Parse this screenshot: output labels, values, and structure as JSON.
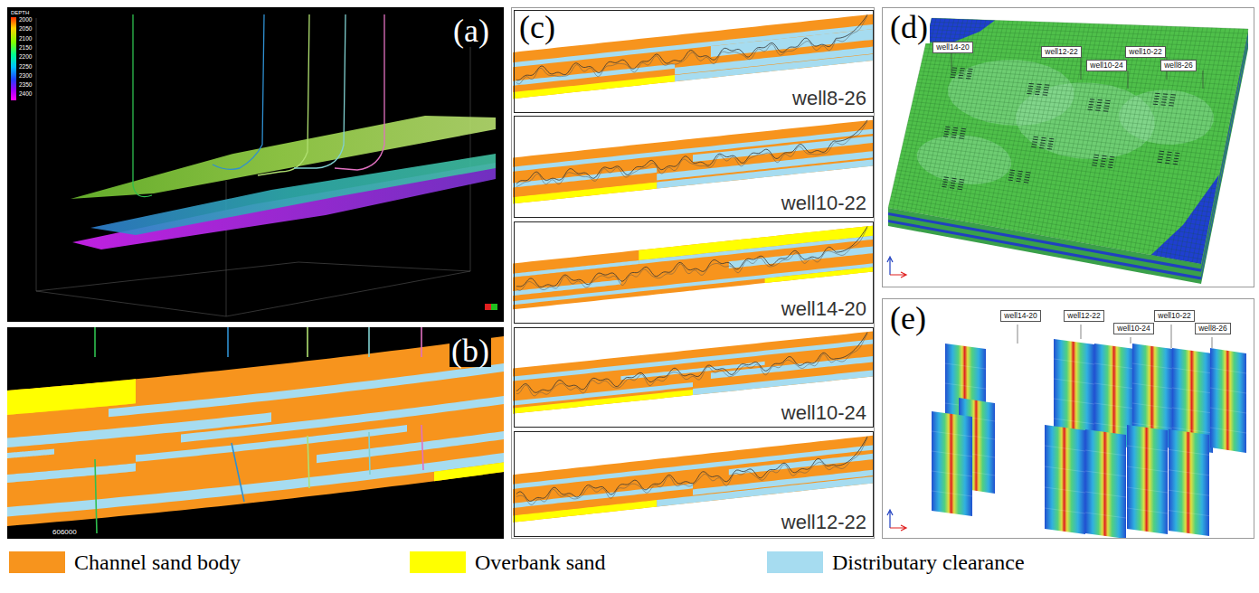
{
  "diagram": {
    "nodes": [
      {
        "text": [
          "(a)"
        ]
      },
      {
        "text": [
          "(b)"
        ]
      },
      {
        "text": [
          "(c)"
        ]
      },
      {
        "text": [
          "well8-26"
        ],
        "in": 2
      },
      {
        "text": [
          "well10-22"
        ],
        "in": 2
      },
      {
        "text": [
          "well14-20"
        ],
        "in": 2
      },
      {
        "text": [
          "well10-24"
        ],
        "in": 2
      },
      {
        "text": [
          "well12-22"
        ],
        "in": 2
      },
      {
        "text": [
          "(d)"
        ]
      },
      {
        "text": [
          "well14-20"
        ],
        "in": 8
      },
      {
        "text": [
          "well12-22"
        ],
        "in": 8
      },
      {
        "text": [
          "well10-22"
        ],
        "in": 8
      },
      {
        "text": [
          "well10-24"
        ],
        "in": 8
      },
      {
        "text": [
          "well8-26"
        ],
        "in": 8
      },
      {
        "text": [
          "(e)"
        ]
      },
      {
        "text": [
          "well14-20"
        ],
        "in": 14
      },
      {
        "text": [
          "well12-22"
        ],
        "in": 14
      },
      {
        "text": [
          "well10-24"
        ],
        "in": 14
      },
      {
        "text": [
          "well10-22"
        ],
        "in": 14
      },
      {
        "text": [
          "well8-26"
        ],
        "in": 14
      }
    ],
    "labels": [
      "DEPTH",
      "2000",
      "2050",
      "2100",
      "2150",
      "2200",
      "2250",
      "2300",
      "2350",
      "2400",
      "606000"
    ],
    "legend": [
      {
        "text": "Channel sand body",
        "color": "#f7941d"
      },
      {
        "text": "Overbank sand",
        "color": "#ffff00"
      },
      {
        "text": "Distributary clearance",
        "color": "#a6dcf0"
      }
    ]
  }
}
